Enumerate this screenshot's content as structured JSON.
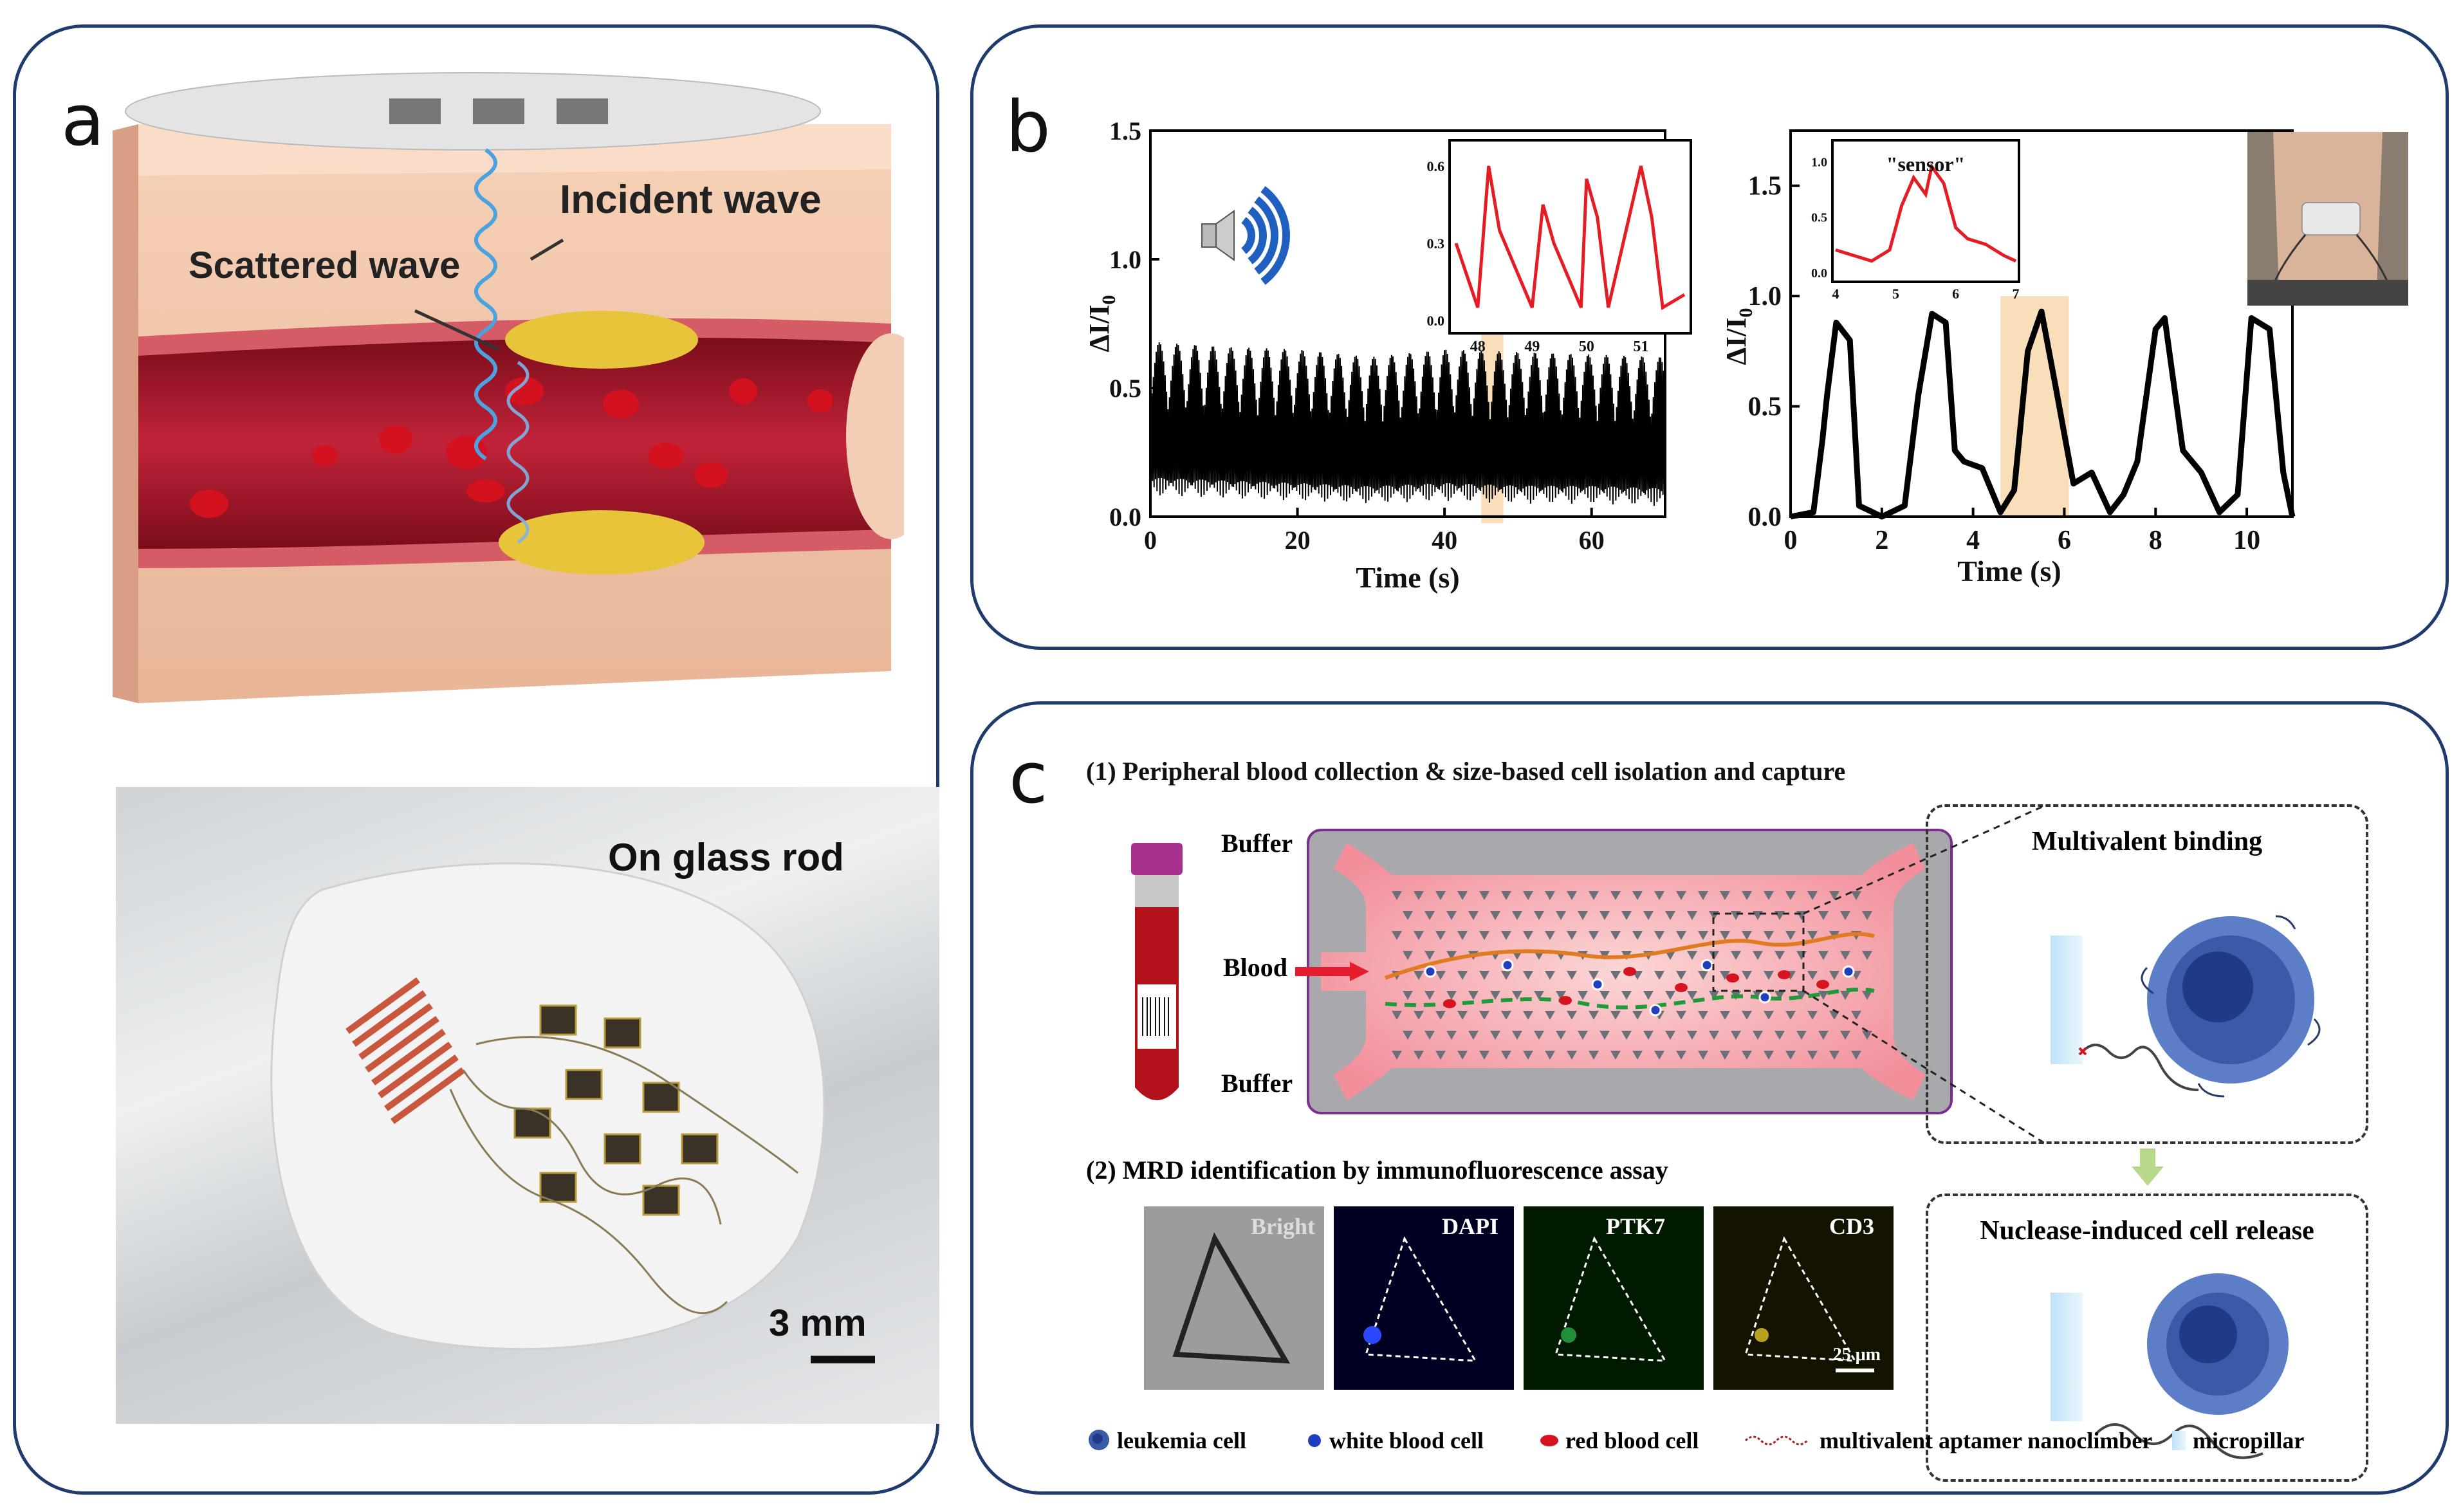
{
  "panel_a": {
    "label": "a",
    "incident_wave": "Incident wave",
    "scattered_wave": "Scattered wave",
    "on_glass_rod": "On glass rod",
    "scale_bar": "3 mm"
  },
  "panel_b": {
    "label": "b",
    "left": {
      "ylabel": "ΔI/I",
      "ylabel_sub": "0",
      "xlabel": "Time (s)",
      "yticks": [
        "0.0",
        "0.5",
        "1.0",
        "1.5"
      ],
      "xticks": [
        "0",
        "20",
        "40",
        "60"
      ],
      "inset_yticks": [
        "0.0",
        "0.3",
        "0.6"
      ],
      "inset_xticks": [
        "48",
        "49",
        "50",
        "51"
      ]
    },
    "right": {
      "ylabel": "ΔI/I",
      "ylabel_sub": "0",
      "xlabel": "Time (s)",
      "yticks": [
        "0.0",
        "0.5",
        "1.0",
        "1.5"
      ],
      "xticks": [
        "0",
        "2",
        "4",
        "6",
        "8",
        "10"
      ],
      "inset_title": "\"sensor\"",
      "inset_yticks": [
        "0.0",
        "0.5",
        "1.0"
      ],
      "inset_xticks": [
        "4",
        "5",
        "6",
        "7"
      ]
    }
  },
  "panel_c": {
    "label": "c",
    "step1": "(1) Peripheral blood collection & size-based cell isolation and capture",
    "buffer_top": "Buffer",
    "blood": "Blood",
    "buffer_bottom": "Buffer",
    "multivalent_binding": "Multivalent binding",
    "nuclease_release": "Nuclease-induced cell release",
    "step2": "(2) MRD identification by immunofluorescence assay",
    "images": [
      "Bright",
      "DAPI",
      "PTK7",
      "CD3"
    ],
    "scale": "25 μm",
    "legend": [
      "leukemia cell",
      "white blood cell",
      "red blood cell",
      "multivalent aptamer nanoclimber",
      "micropillar"
    ]
  },
  "chart_data": [
    {
      "type": "line",
      "xlabel": "Time (s)",
      "ylabel": "ΔI/I0",
      "xlim": [
        0,
        70
      ],
      "ylim": [
        0,
        1.5
      ],
      "description_values": {
        "x": [
          0,
          10,
          20,
          30,
          40,
          50,
          60,
          70
        ],
        "y_peak": [
          0.68,
          0.66,
          0.65,
          0.62,
          0.65,
          0.64,
          0.63,
          0.62
        ],
        "y_trough": [
          0.08,
          0.07,
          0.06,
          0.05,
          0.06,
          0.05,
          0.05,
          0.04
        ]
      },
      "inset": {
        "x": [
          47.6,
          48,
          48.2,
          48.4,
          49,
          49.2,
          49.4,
          49.9,
          50,
          50.2,
          50.4,
          51,
          51.2,
          51.4,
          51.8
        ],
        "y": [
          0.3,
          0.05,
          0.6,
          0.35,
          0.05,
          0.45,
          0.3,
          0.05,
          0.55,
          0.4,
          0.05,
          0.6,
          0.4,
          0.05,
          0.1
        ]
      }
    },
    {
      "type": "line",
      "xlabel": "Time (s)",
      "ylabel": "ΔI/I0",
      "xlim": [
        0,
        11
      ],
      "ylim": [
        0,
        1.75
      ],
      "x": [
        0,
        0.5,
        0.7,
        0.8,
        1.0,
        1.3,
        1.5,
        1.8,
        2.0,
        2.5,
        2.8,
        3.1,
        3.4,
        3.6,
        3.8,
        4.2,
        4.6,
        4.9,
        5.2,
        5.5,
        5.8,
        6.2,
        6.6,
        7.0,
        7.3,
        7.6,
        8.0,
        8.2,
        8.6,
        9.0,
        9.4,
        9.8,
        10.1,
        10.5,
        10.8,
        11.0
      ],
      "y": [
        0.0,
        0.02,
        0.35,
        0.55,
        0.88,
        0.8,
        0.05,
        0.02,
        0.0,
        0.05,
        0.55,
        0.92,
        0.88,
        0.3,
        0.25,
        0.22,
        0.02,
        0.12,
        0.75,
        0.93,
        0.6,
        0.15,
        0.2,
        0.02,
        0.1,
        0.25,
        0.85,
        0.9,
        0.3,
        0.2,
        0.02,
        0.1,
        0.9,
        0.85,
        0.2,
        0.0
      ]
    }
  ]
}
